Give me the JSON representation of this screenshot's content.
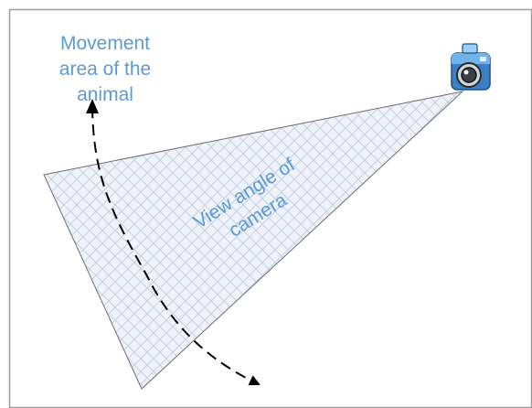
{
  "labels": {
    "movement_area": [
      "Movement",
      "area of the",
      "animal"
    ],
    "view_angle": [
      "View angle of",
      "camera"
    ]
  },
  "icons": {
    "camera": "camera-icon"
  },
  "colors": {
    "label_text": "#5b9bd5",
    "border": "#9e9e9e",
    "cone_grid": "#c5cfe6",
    "cone_outline": "#6e6e6e",
    "path_stroke": "#000000",
    "camera_body": "#3d7fc4",
    "camera_top": "#6fb3ea"
  }
}
